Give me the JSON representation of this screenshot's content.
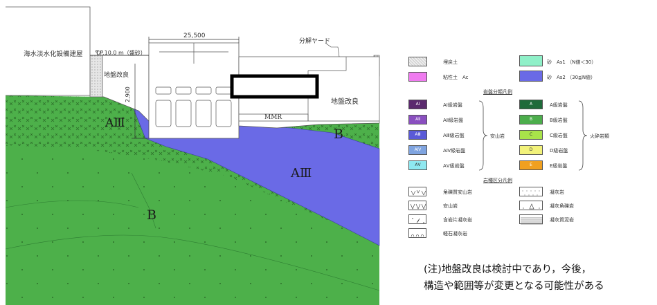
{
  "section": {
    "building_label": "海水淡水化設備建屋",
    "tp_label": "T.P.10.0 m（盛砂）",
    "width_dim": "25,500",
    "height_dim": "2,900",
    "soil_improve_left": "地盤改良",
    "soil_improve_right": "地盤改良",
    "yard_label": "分解ヤード",
    "mmr_label": "MMR",
    "rock_a3_left": "AⅢ",
    "rock_a3_right": "AⅢ",
    "rock_b_right": "B",
    "rock_b_lower": "B"
  },
  "legend": {
    "fill_soil": "埋戻土",
    "clay": "粘性土　Ac",
    "sand1": "砂　As1 （N値＜30）",
    "sand2": "砂　As2 （30≦N値）",
    "rock_class_header": "岩盤分類凡例",
    "andesite_group": "安山岩",
    "volcanic_group": "火砕岩類",
    "andesite": [
      {
        "code": "AⅠ",
        "label": "AⅠ級岩盤",
        "color": "#5b2a6e"
      },
      {
        "code": "AⅡ",
        "label": "AⅡ級岩盤",
        "color": "#8a4fc0"
      },
      {
        "code": "AⅢ",
        "label": "AⅢ級岩盤",
        "color": "#5a5ad8"
      },
      {
        "code": "AⅣ",
        "label": "AⅣ級岩盤",
        "color": "#7fa4e0"
      },
      {
        "code": "AⅤ",
        "label": "AⅤ級岩盤",
        "color": "#8ee8f0"
      }
    ],
    "volcanic": [
      {
        "code": "A",
        "label": "A級岩盤",
        "color": "#1f6b3a"
      },
      {
        "code": "B",
        "label": "B級岩盤",
        "color": "#4cae4c"
      },
      {
        "code": "C",
        "label": "C級岩盤",
        "color": "#a8e34a"
      },
      {
        "code": "D",
        "label": "D級岩盤",
        "color": "#f2f27a"
      },
      {
        "code": "E",
        "label": "E級岩盤",
        "color": "#f0a020"
      }
    ],
    "rock_type_header": "岩種区分凡例",
    "rock_types_left": [
      "角礫質安山岩",
      "安山岩",
      "含岩片凝灰岩",
      "軽石凝灰岩"
    ],
    "rock_types_right": [
      "凝灰岩",
      "凝灰角礫岩",
      "凝灰質泥岩"
    ]
  },
  "note": {
    "line1": "(注)地盤改良は検討中であり，今後，",
    "line2": "構造や範囲等が変更となる可能性がある"
  },
  "colors": {
    "green": "#4db04a",
    "green_light": "#6cc25e",
    "blue": "#6a6ae6",
    "fill_soil": "#d9d9d9",
    "clay": "#f07bf0",
    "sand1": "#8ff0c8"
  }
}
